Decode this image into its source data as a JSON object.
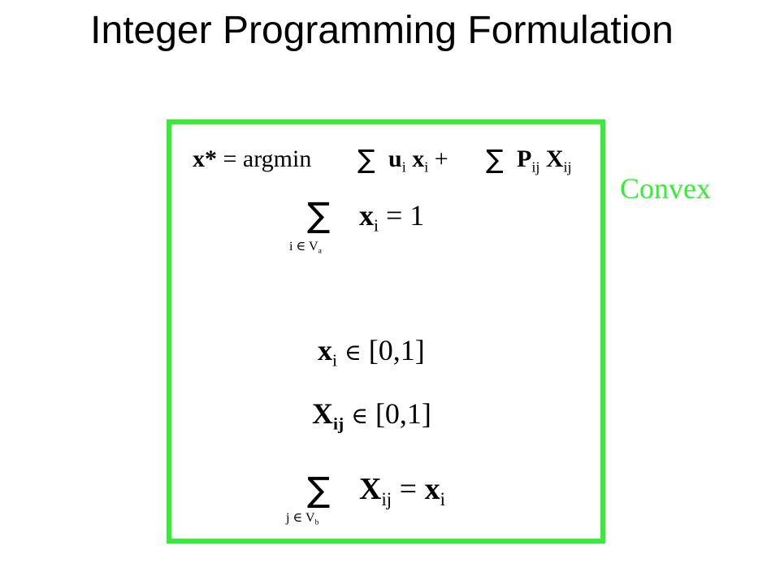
{
  "slide": {
    "title": "Integer Programming Formulation",
    "annotation": "Convex"
  },
  "math": {
    "sigma": "∑",
    "element_of": "∈",
    "objective": {
      "lhs": "x*",
      "eq": "= argmin",
      "u": "u",
      "u_sub": "i",
      "x": "x",
      "x_sub": "i",
      "plus": "+",
      "P": "P",
      "P_sub": "ij",
      "X": "X",
      "X_sub": "ij"
    },
    "constraint1": {
      "index_var": "i",
      "set": "V",
      "set_sub": "a",
      "x": "x",
      "x_sub": "i",
      "rhs": "= 1"
    },
    "constraint2": {
      "x": "x",
      "x_sub": "i",
      "interval": "[0,1]"
    },
    "constraint3": {
      "X": "X",
      "X_sub": "ij",
      "interval": "[0,1]"
    },
    "constraint4": {
      "index_var": "j",
      "set": "V",
      "set_sub": "b",
      "X": "X",
      "X_sub": "ij",
      "eq": "=",
      "x": "x",
      "x_sub": "i"
    }
  }
}
